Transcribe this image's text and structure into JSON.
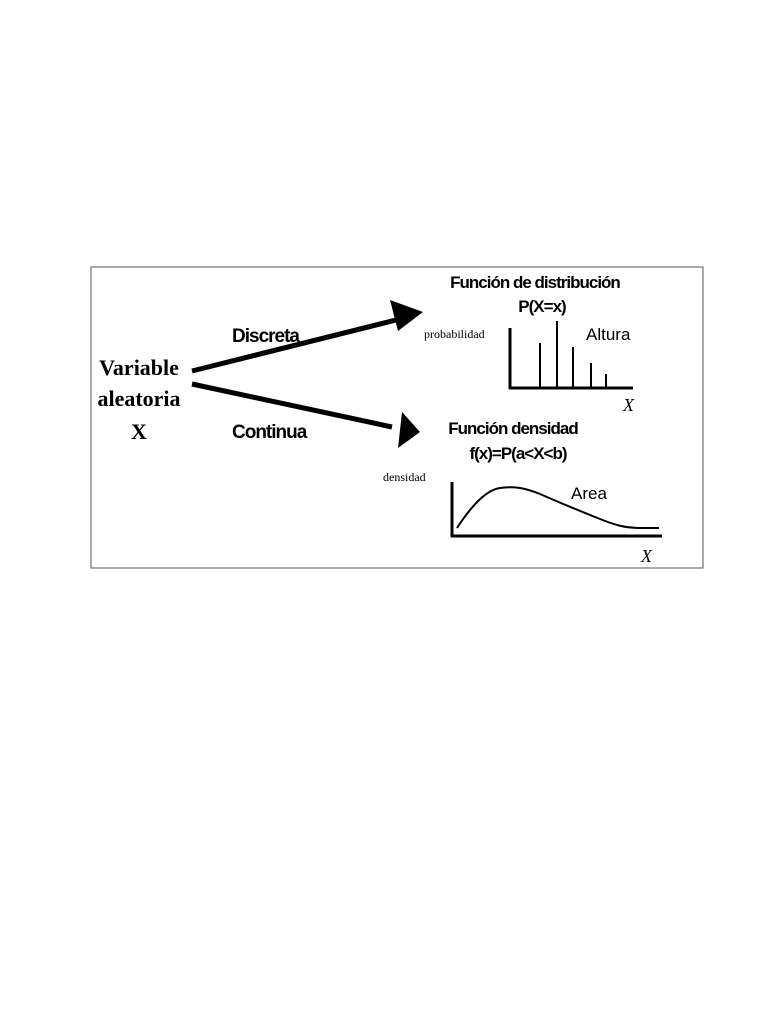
{
  "variable": {
    "line1": "Variable",
    "line2": "aleatoria",
    "line3": "X"
  },
  "branches": {
    "discrete": "Discreta",
    "continuous": "Continua"
  },
  "discrete_panel": {
    "title_line1": "Función de distribución",
    "title_line2": "P(X=x)",
    "ylabel": "probabilidad",
    "annotation": "Altura",
    "xlabel": "X"
  },
  "continuous_panel": {
    "title_line1": "Función densidad",
    "title_line2": "f(x)=P(a<X<b)",
    "ylabel": "densidad",
    "annotation": "Area",
    "xlabel": "X"
  }
}
